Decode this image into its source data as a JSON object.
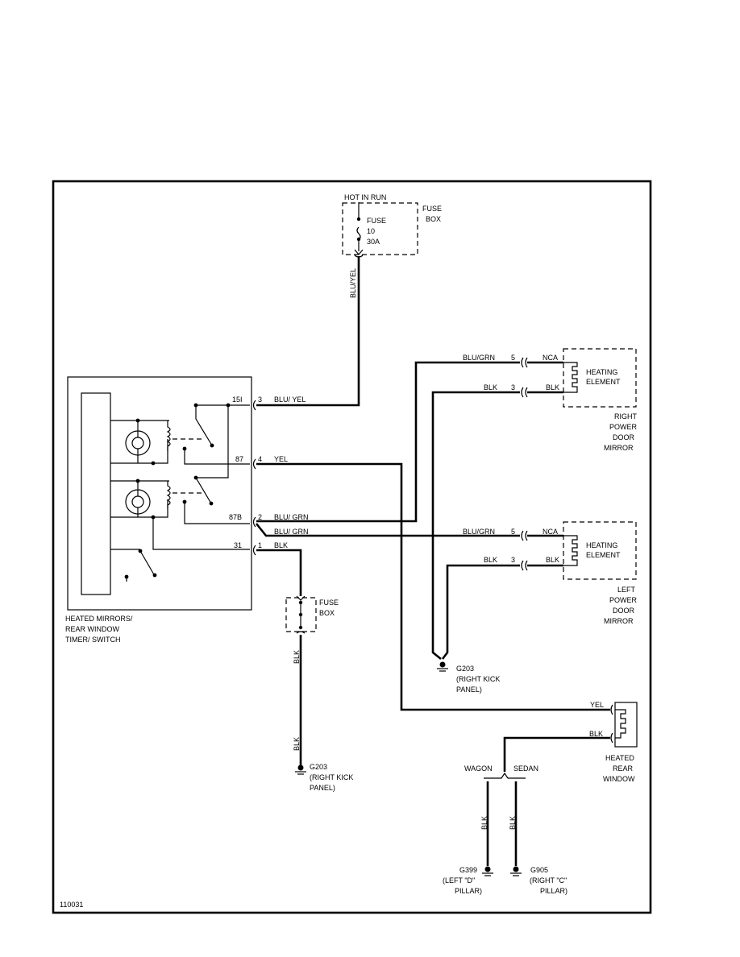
{
  "hot_in_run": "HOT IN RUN",
  "fuse_box_top": {
    "label_line1": "FUSE",
    "label_line2": "BOX",
    "fuse_label": "FUSE",
    "fuse_number": "10",
    "fuse_rating": "30A"
  },
  "fuse_box_bottom": {
    "label_line1": "FUSE",
    "label_line2": "BOX"
  },
  "switch_module": {
    "name_line1": "HEATED MIRRORS/",
    "name_line2": "REAR WINDOW",
    "name_line3": "TIMER/ SWITCH",
    "terminals": [
      {
        "id": "15I",
        "pin": "3",
        "wire": "BLU/ YEL"
      },
      {
        "id": "87",
        "pin": "4",
        "wire": "YEL"
      },
      {
        "id": "87B",
        "pin": "2",
        "wire": "BLU/ GRN"
      },
      {
        "id": "",
        "pin": "",
        "wire": "BLU/ GRN"
      },
      {
        "id": "31",
        "pin": "1",
        "wire": "BLK"
      }
    ]
  },
  "wires": {
    "fuse_out": "BLU/YEL",
    "ground_left_upper": "BLK",
    "ground_left_lower": "BLK",
    "wagon_wire": "BLK",
    "sedan_wire": "BLK"
  },
  "right_mirror": {
    "wire1": "BLU/GRN",
    "pin1": "5",
    "term1": "NCA",
    "wire2": "BLK",
    "pin2": "3",
    "term2": "BLK",
    "element_line1": "HEATING",
    "element_line2": "ELEMENT",
    "name_line1": "RIGHT",
    "name_line2": "POWER",
    "name_line3": "DOOR",
    "name_line4": "MIRROR"
  },
  "left_mirror": {
    "wire1": "BLU/GRN",
    "pin1": "5",
    "term1": "NCA",
    "wire2": "BLK",
    "pin2": "3",
    "term2": "BLK",
    "element_line1": "HEATING",
    "element_line2": "ELEMENT",
    "name_line1": "LEFT",
    "name_line2": "POWER",
    "name_line3": "DOOR",
    "name_line4": "MIRROR"
  },
  "rear_window": {
    "wire1": "YEL",
    "wire2": "BLK",
    "name_line1": "HEATED",
    "name_line2": "REAR",
    "name_line3": "WINDOW"
  },
  "grounds": {
    "mid": {
      "id": "G203",
      "line2": "(RIGHT KICK",
      "line3": "PANEL)"
    },
    "left": {
      "id": "G203",
      "line2": "(RIGHT KICK",
      "line3": "PANEL)"
    },
    "wagon": {
      "id": "G399",
      "line2": "(LEFT \"D\"",
      "line3": "PILLAR)"
    },
    "sedan": {
      "id": "G905",
      "line2": "(RIGHT \"C\"",
      "line3": "PILLAR)"
    }
  },
  "wagon_label": "WAGON",
  "sedan_label": "SEDAN",
  "figure_id": "110031"
}
